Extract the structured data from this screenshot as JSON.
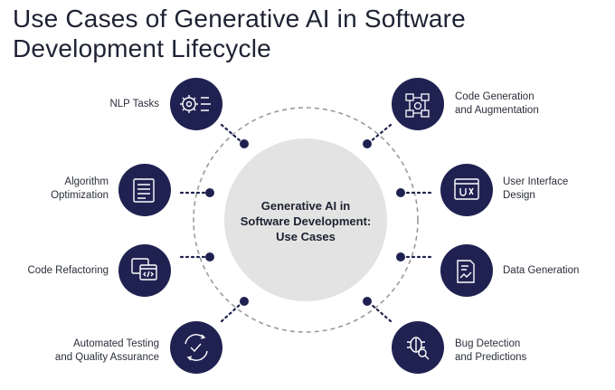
{
  "title": {
    "line1": "Use Cases of Generative AI in Software",
    "line2": "Development Lifecycle"
  },
  "center": {
    "line1": "Generative AI in",
    "line2": "Software Development:",
    "line3": "Use Cases"
  },
  "colors": {
    "node": "#1f2251",
    "ring": "#9a9a9a",
    "center_fill": "#e3e3e3",
    "dots": "#1f2251"
  },
  "use_cases_left": [
    {
      "line1": "NLP Tasks",
      "line2": "",
      "icon": "gear-code-icon"
    },
    {
      "line1": "Algorithm",
      "line2": "Optimization",
      "icon": "document-list-icon"
    },
    {
      "line1": "Code Refactoring",
      "line2": "",
      "icon": "code-window-icon"
    },
    {
      "line1": "Automated Testing",
      "line2": "and Quality Assurance",
      "icon": "testing-cycle-icon"
    }
  ],
  "use_cases_right": [
    {
      "line1": "Code Generation",
      "line2": "and Augmentation",
      "icon": "workflow-code-icon"
    },
    {
      "line1": "User Interface",
      "line2": "Design",
      "icon": "ui-window-icon"
    },
    {
      "line1": "Data Generation",
      "line2": "",
      "icon": "document-chart-icon"
    },
    {
      "line1": "Bug Detection",
      "line2": "and Predictions",
      "icon": "bug-search-icon"
    }
  ]
}
